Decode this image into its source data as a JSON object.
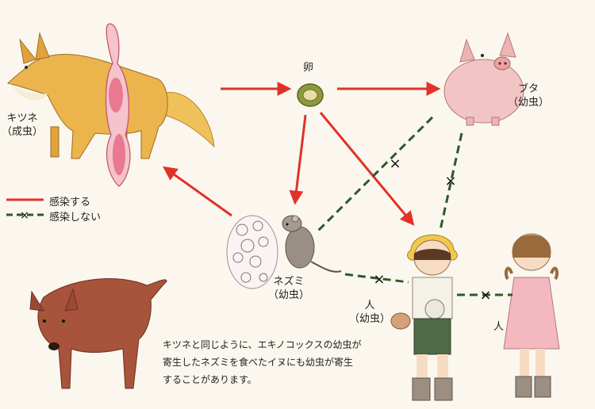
{
  "labels": {
    "egg": "卵",
    "pig": "ブタ",
    "pig_stage": "（幼虫）",
    "fox": "キツネ",
    "fox_stage": "（成虫）",
    "rat": "ネズミ",
    "rat_stage": "（幼虫）",
    "human": "人",
    "human_stage": "（幼虫）",
    "human_girl": "人"
  },
  "legend": {
    "infect": "感染する",
    "no_infect": "感染しない"
  },
  "note": {
    "line1": "キツネと同じように、エキノコックスの幼虫が",
    "line2": "寄生したネズミを食べたイヌにも幼虫が寄生",
    "line3": "することがあります。"
  },
  "colors": {
    "infect": "#e0322a",
    "no_infect": "#2c5a2c",
    "fox": "#e9b24a",
    "pig": "#f2c4c4",
    "dog": "#a8533c"
  }
}
